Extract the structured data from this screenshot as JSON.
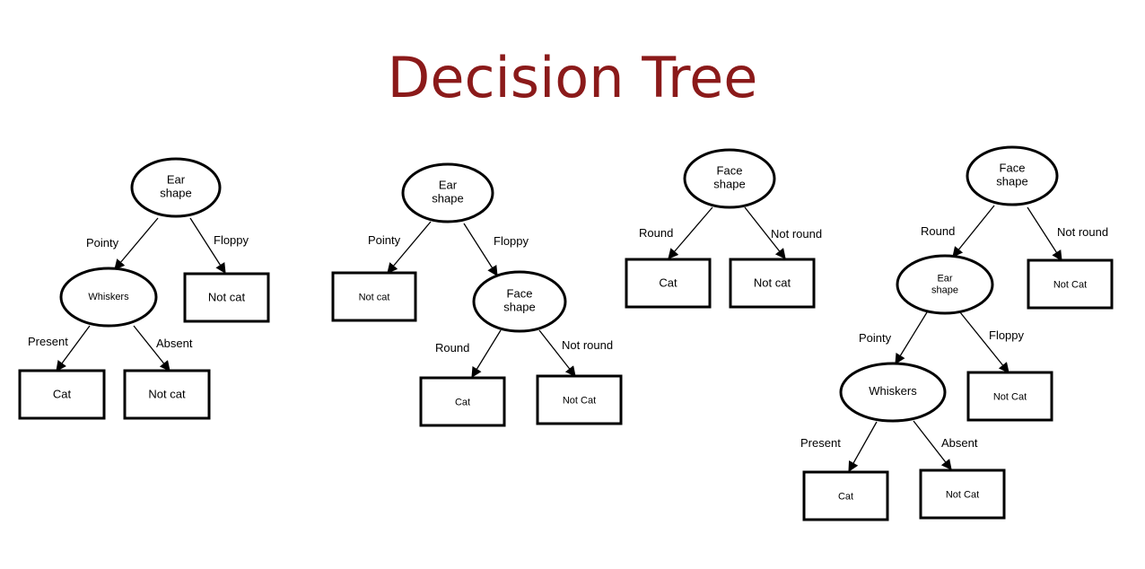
{
  "title": "Decision Tree",
  "colors": {
    "title": "#8b1a1a",
    "stroke": "#000000",
    "background": "#ffffff"
  },
  "trees": [
    {
      "nodes": [
        {
          "id": "n1",
          "label": "Ear shape"
        },
        {
          "id": "n2",
          "label": "Whiskers"
        },
        {
          "id": "n3",
          "label": "Not cat"
        },
        {
          "id": "n4",
          "label": "Cat"
        },
        {
          "id": "n5",
          "label": "Not cat"
        }
      ],
      "edges": [
        {
          "from": "n1",
          "to": "n2",
          "label": "Pointy"
        },
        {
          "from": "n1",
          "to": "n3",
          "label": "Floppy"
        },
        {
          "from": "n2",
          "to": "n4",
          "label": "Present"
        },
        {
          "from": "n2",
          "to": "n5",
          "label": "Absent"
        }
      ]
    },
    {
      "nodes": [
        {
          "id": "n1",
          "label": "Ear shape"
        },
        {
          "id": "n2",
          "label": "Not cat"
        },
        {
          "id": "n3",
          "label": "Face shape"
        },
        {
          "id": "n4",
          "label": "Cat"
        },
        {
          "id": "n5",
          "label": "Not Cat"
        }
      ],
      "edges": [
        {
          "from": "n1",
          "to": "n2",
          "label": "Pointy"
        },
        {
          "from": "n1",
          "to": "n3",
          "label": "Floppy"
        },
        {
          "from": "n3",
          "to": "n4",
          "label": "Round"
        },
        {
          "from": "n3",
          "to": "n5",
          "label": "Not round"
        }
      ]
    },
    {
      "nodes": [
        {
          "id": "n1",
          "label": "Face shape"
        },
        {
          "id": "n2",
          "label": "Cat"
        },
        {
          "id": "n3",
          "label": "Not cat"
        }
      ],
      "edges": [
        {
          "from": "n1",
          "to": "n2",
          "label": "Round"
        },
        {
          "from": "n1",
          "to": "n3",
          "label": "Not round"
        }
      ]
    },
    {
      "nodes": [
        {
          "id": "n1",
          "label": "Face shape"
        },
        {
          "id": "n2",
          "label": "Ear shape"
        },
        {
          "id": "n3",
          "label": "Not Cat"
        },
        {
          "id": "n4",
          "label": "Whiskers"
        },
        {
          "id": "n5",
          "label": "Not Cat"
        },
        {
          "id": "n6",
          "label": "Cat"
        },
        {
          "id": "n7",
          "label": "Not Cat"
        }
      ],
      "edges": [
        {
          "from": "n1",
          "to": "n2",
          "label": "Round"
        },
        {
          "from": "n1",
          "to": "n3",
          "label": "Not round"
        },
        {
          "from": "n2",
          "to": "n4",
          "label": "Pointy"
        },
        {
          "from": "n2",
          "to": "n5",
          "label": "Floppy"
        },
        {
          "from": "n4",
          "to": "n6",
          "label": "Present"
        },
        {
          "from": "n4",
          "to": "n7",
          "label": "Absent"
        }
      ]
    }
  ]
}
